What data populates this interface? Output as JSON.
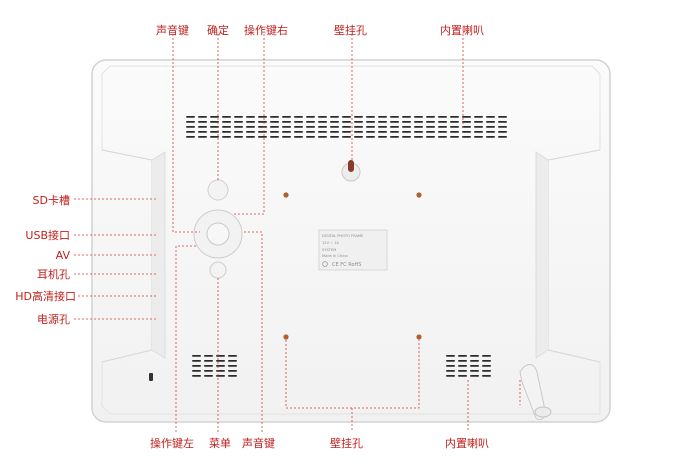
{
  "colors": {
    "label": "#c0201e",
    "leader": "#d93a36",
    "body": "#f7f7f7",
    "body_edge": "#cfcfcf",
    "slot": "#2c2c2c"
  },
  "labels_top": {
    "volume_key": "声音键",
    "ok": "确定",
    "operate_right": "操作键右",
    "wall_hole": "壁挂孔",
    "speaker": "内置喇叭"
  },
  "labels_left": {
    "sd_slot": "SD卡槽",
    "usb": "USB接口",
    "av": "AV",
    "earphone": "耳机孔",
    "hd": "HD高清接口",
    "power": "电源孔"
  },
  "labels_bottom": {
    "operate_left": "操作键左",
    "menu": "菜单",
    "volume_key": "声音键",
    "wall_hole": "壁挂孔",
    "speaker": "内置喇叭"
  },
  "sticker": {
    "line1": "DIGITAL PHOTO FRAME",
    "line2": "12V ⎓ 1A",
    "line3": "SYSTEM",
    "line4": "Made in China",
    "marks": "CE FC RoHS"
  }
}
